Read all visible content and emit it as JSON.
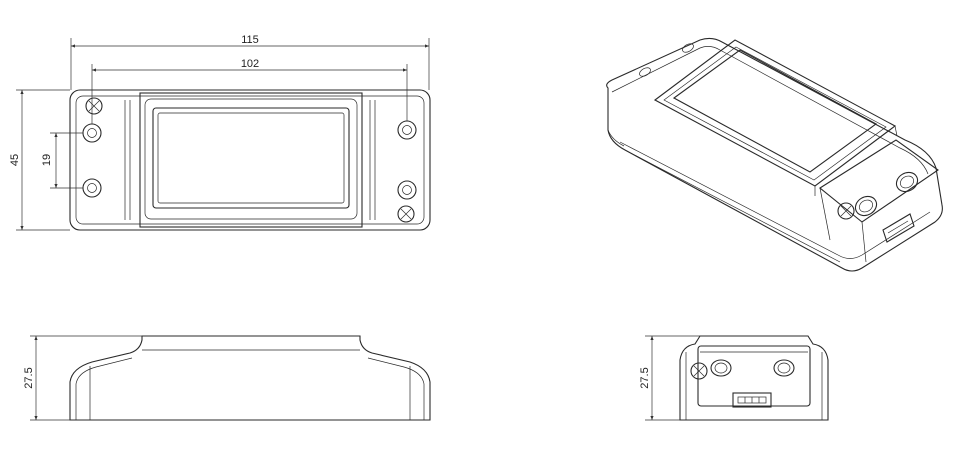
{
  "dimensions": {
    "overall_length": "115",
    "hole_spacing": "102",
    "width": "45",
    "hole_pitch": "19",
    "height_front": "27.5",
    "height_side": "27.5"
  },
  "colors": {
    "line": "#2a2a2a",
    "background": "#ffffff"
  }
}
